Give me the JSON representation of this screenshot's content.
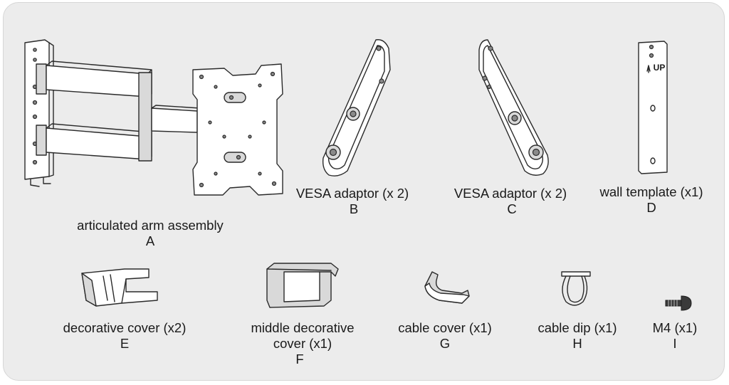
{
  "parts": [
    {
      "letter": "A",
      "name": "articulated arm assembly",
      "icon": "articulated-arm-icon"
    },
    {
      "letter": "B",
      "name": "VESA adaptor (x  2)",
      "icon": "vesa-adaptor-b-icon"
    },
    {
      "letter": "C",
      "name": "VESA adaptor (x  2)",
      "icon": "vesa-adaptor-c-icon"
    },
    {
      "letter": "D",
      "name": "wall template (x1)",
      "icon": "wall-template-icon",
      "marking": "UP"
    },
    {
      "letter": "E",
      "name": "decorative cover (x2)",
      "icon": "decorative-cover-icon"
    },
    {
      "letter": "F",
      "name_line1": "middle decorative",
      "name_line2": "cover (x1)",
      "icon": "middle-decorative-cover-icon"
    },
    {
      "letter": "G",
      "name": "cable cover (x1)",
      "icon": "cable-cover-icon"
    },
    {
      "letter": "H",
      "name": "cable dip (x1)",
      "icon": "cable-clip-icon"
    },
    {
      "letter": "I",
      "name": "M4 (x1)",
      "icon": "m4-screw-icon"
    }
  ],
  "colors": {
    "panel": "#ececec",
    "border": "#d6d6d6",
    "line": "#2a2a2a",
    "text": "#1a1a1a"
  }
}
